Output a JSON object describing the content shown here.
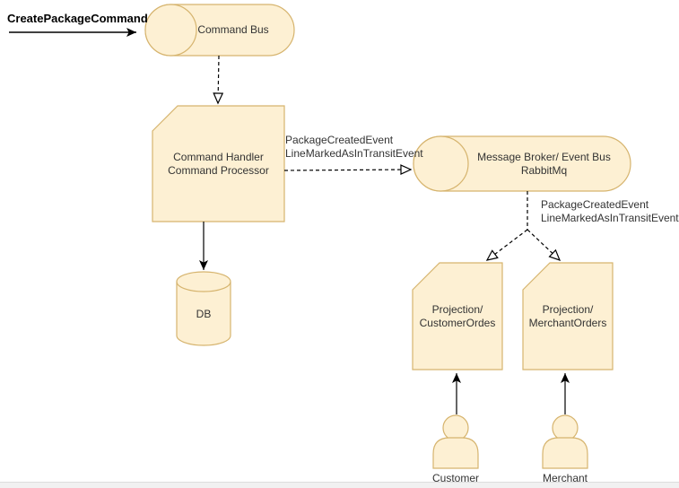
{
  "diagram": {
    "colors": {
      "shape_fill": "#FDF0D3",
      "shape_stroke": "#D6B46E",
      "line": "#000000",
      "text": "#333333",
      "scrollbar_track": "#f1f1f1"
    },
    "nodes": {
      "command_bus": {
        "label": "Command Bus",
        "shape": "horizontal-cylinder"
      },
      "command_handler": {
        "label": "Command Handler\nCommand Processor",
        "shape": "card"
      },
      "message_broker": {
        "label": "Message Broker/ Event Bus\nRabbitMq",
        "shape": "horizontal-cylinder"
      },
      "db": {
        "label": "DB",
        "shape": "database-cylinder"
      },
      "projection_customer": {
        "label": "Projection/\nCustomerOrdes",
        "shape": "card"
      },
      "projection_merchant": {
        "label": "Projection/\nMerchantOrders",
        "shape": "card"
      },
      "customer_actor": {
        "label": "Customer",
        "shape": "actor"
      },
      "merchant_actor": {
        "label": "Merchant",
        "shape": "actor"
      }
    },
    "edges": {
      "create_package_command": {
        "label": "CreatePackageCommand",
        "style": "solid"
      },
      "bus_to_handler": {
        "label": "",
        "style": "dashed-open-arrow"
      },
      "handler_to_broker": {
        "label": "PackageCreatedEvent\nLineMarkedAsInTransitEvent",
        "style": "dashed-open-arrow"
      },
      "handler_to_db": {
        "label": "",
        "style": "solid"
      },
      "broker_to_projections": {
        "label": "PackageCreatedEvent\nLineMarkedAsInTransitEvent",
        "style": "dashed-open-arrow"
      },
      "customer_to_projection": {
        "label": "",
        "style": "solid"
      },
      "merchant_to_projection": {
        "label": "",
        "style": "solid"
      }
    }
  }
}
